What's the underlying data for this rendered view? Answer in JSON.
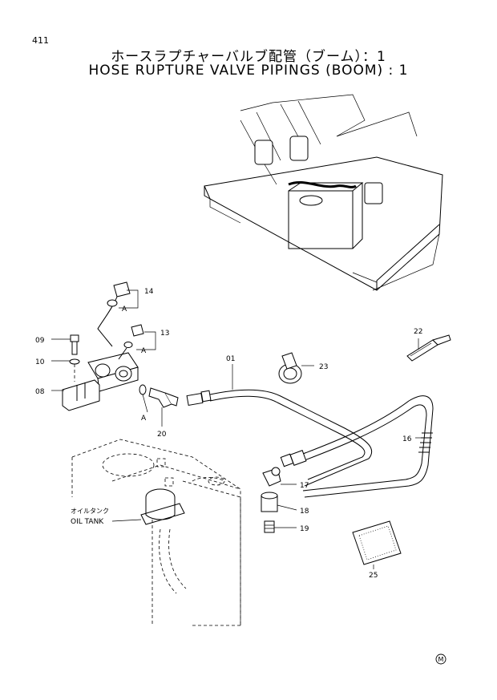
{
  "page_number": "411",
  "title_jp": "ホースラプチャーバルブ配管（ブーム）：1",
  "title_en": "HOSE RUPTURE VALVE PIPINGS (BOOM) : 1",
  "callouts": {
    "c01": "01",
    "c08": "08",
    "c09": "09",
    "c10": "10",
    "c13": "13",
    "c14": "14",
    "c16": "16",
    "c17": "17",
    "c18": "18",
    "c19": "19",
    "c20": "20",
    "c22": "22",
    "c23": "23",
    "c25": "25",
    "ref_a1": "A",
    "ref_a2": "A",
    "ref_a3": "A"
  },
  "oil_tank_jp": "オイルタンク",
  "oil_tank_en": "OIL TANK",
  "mark": "M"
}
